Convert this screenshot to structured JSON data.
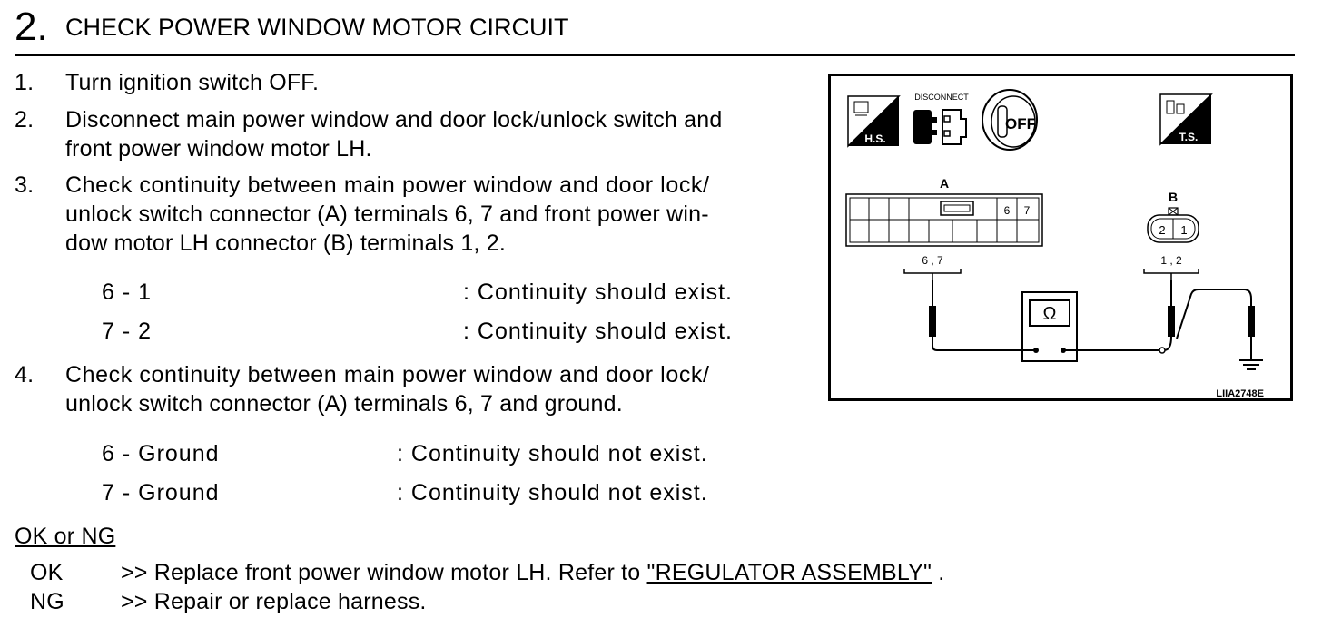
{
  "section": {
    "number": "2.",
    "title": "CHECK POWER WINDOW MOTOR CIRCUIT"
  },
  "steps": [
    {
      "num": "1.",
      "lines": [
        "Turn ignition switch OFF."
      ]
    },
    {
      "num": "2.",
      "lines": [
        "Disconnect main power window and door lock/unlock switch and",
        "front power window motor LH."
      ]
    },
    {
      "num": "3.",
      "lines": [
        "Check continuity between main power window and door lock/",
        "unlock switch connector (A) terminals 6, 7 and front power win-",
        "dow motor LH connector (B) terminals 1, 2."
      ]
    },
    {
      "num": "4.",
      "lines": [
        "Check continuity between main power window and door lock/",
        "unlock switch connector (A) terminals 6, 7 and ground."
      ]
    }
  ],
  "checks_step3": [
    {
      "pins": "6 - 1",
      "result": ": Continuity should exist."
    },
    {
      "pins": "7 - 2",
      "result": ": Continuity should exist."
    }
  ],
  "checks_step4": [
    {
      "pins": "6 - Ground",
      "result": ": Continuity should not exist."
    },
    {
      "pins": "7 - Ground",
      "result": ": Continuity should not exist."
    }
  ],
  "result_heading": "OK or NG",
  "results": {
    "ok": {
      "code": "OK",
      "text": ">> Replace front power window motor LH. Refer to",
      "link": "\"REGULATOR ASSEMBLY\"",
      "tail": "."
    },
    "ng": {
      "code": "NG",
      "text": ">> Repair or replace harness."
    }
  },
  "diagram": {
    "icon_hs_label": "H.S.",
    "icon_disconnect_label": "DISCONNECT",
    "icon_off_label": "OFF",
    "icon_ts_label": "T.S.",
    "connector_a_label": "A",
    "connector_a_pin6": "6",
    "connector_a_pin7": "7",
    "connector_a_terminals": "6 , 7",
    "connector_b_label": "B",
    "connector_b_pin2": "2",
    "connector_b_pin1": "1",
    "connector_b_terminals": "1 , 2",
    "meter_symbol": "Ω",
    "figure_id": "LIIA2748E"
  }
}
